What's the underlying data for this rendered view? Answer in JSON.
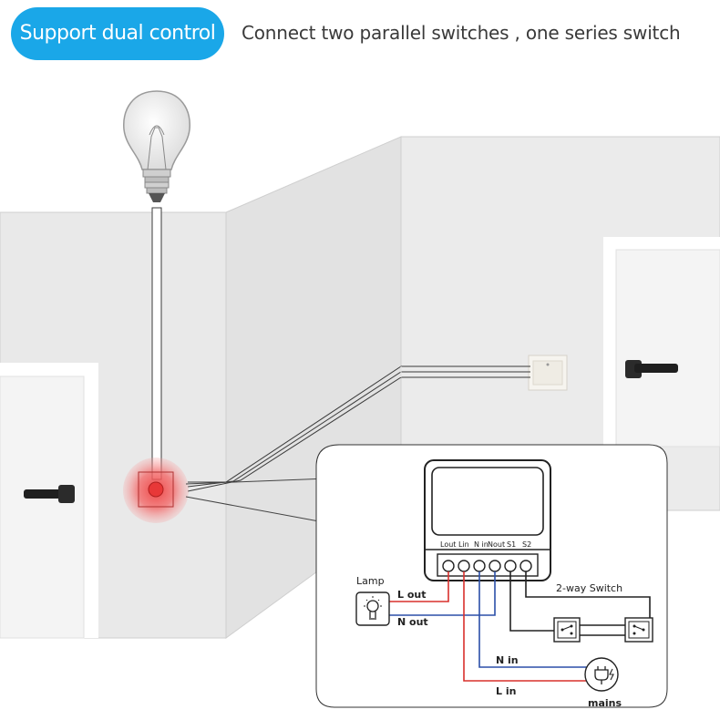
{
  "header": {
    "badge": "Support dual control",
    "subtitle": "Connect two parallel switches , one series switch"
  },
  "module": {
    "terminal_labels": {
      "l_out": "Lout",
      "l_in": "Lin",
      "n_in": "N in",
      "n_out": "Nout",
      "s1": "S1",
      "s2": "S2"
    }
  },
  "wiring": {
    "lamp": "Lamp",
    "l_out": "L out",
    "n_out": "N out",
    "switch": "2-way Switch",
    "n_in": "N in",
    "l_in": "L in",
    "mains": "mains"
  },
  "colors": {
    "badge": "#1aa7e8",
    "live_wire": "#d9302c",
    "neutral_wire": "#2b4fa8",
    "switch_wire": "#222222",
    "highlight": "#f25a5a"
  }
}
